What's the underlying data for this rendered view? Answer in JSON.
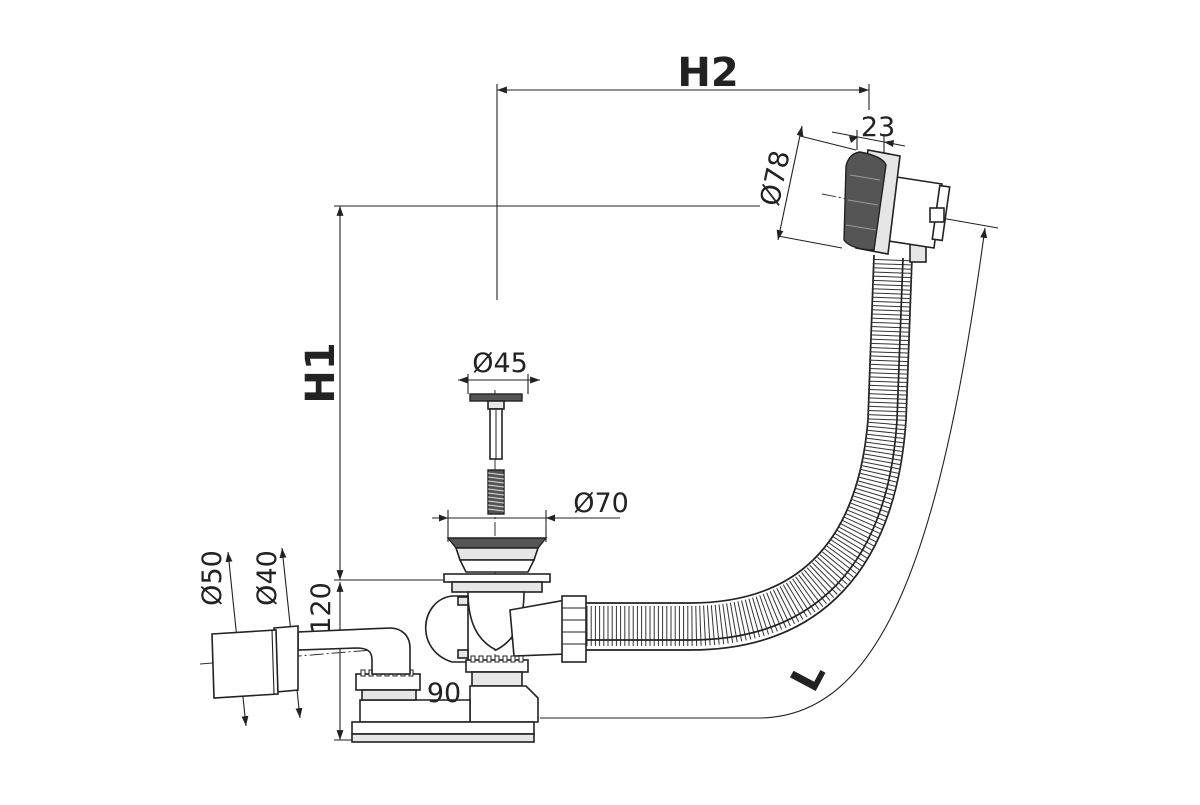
{
  "dimensions": {
    "h1": "H1",
    "h2": "H2",
    "l": "L",
    "d78": "Ø78",
    "w23": "23",
    "d45": "Ø45",
    "d70": "Ø70",
    "d50": "Ø50",
    "d40": "Ø40",
    "h120": "120",
    "w90": "90"
  },
  "colors": {
    "line": "#222222",
    "dark_fill": "#555555",
    "light_fill": "#e6e6e6",
    "background": "#ffffff"
  }
}
